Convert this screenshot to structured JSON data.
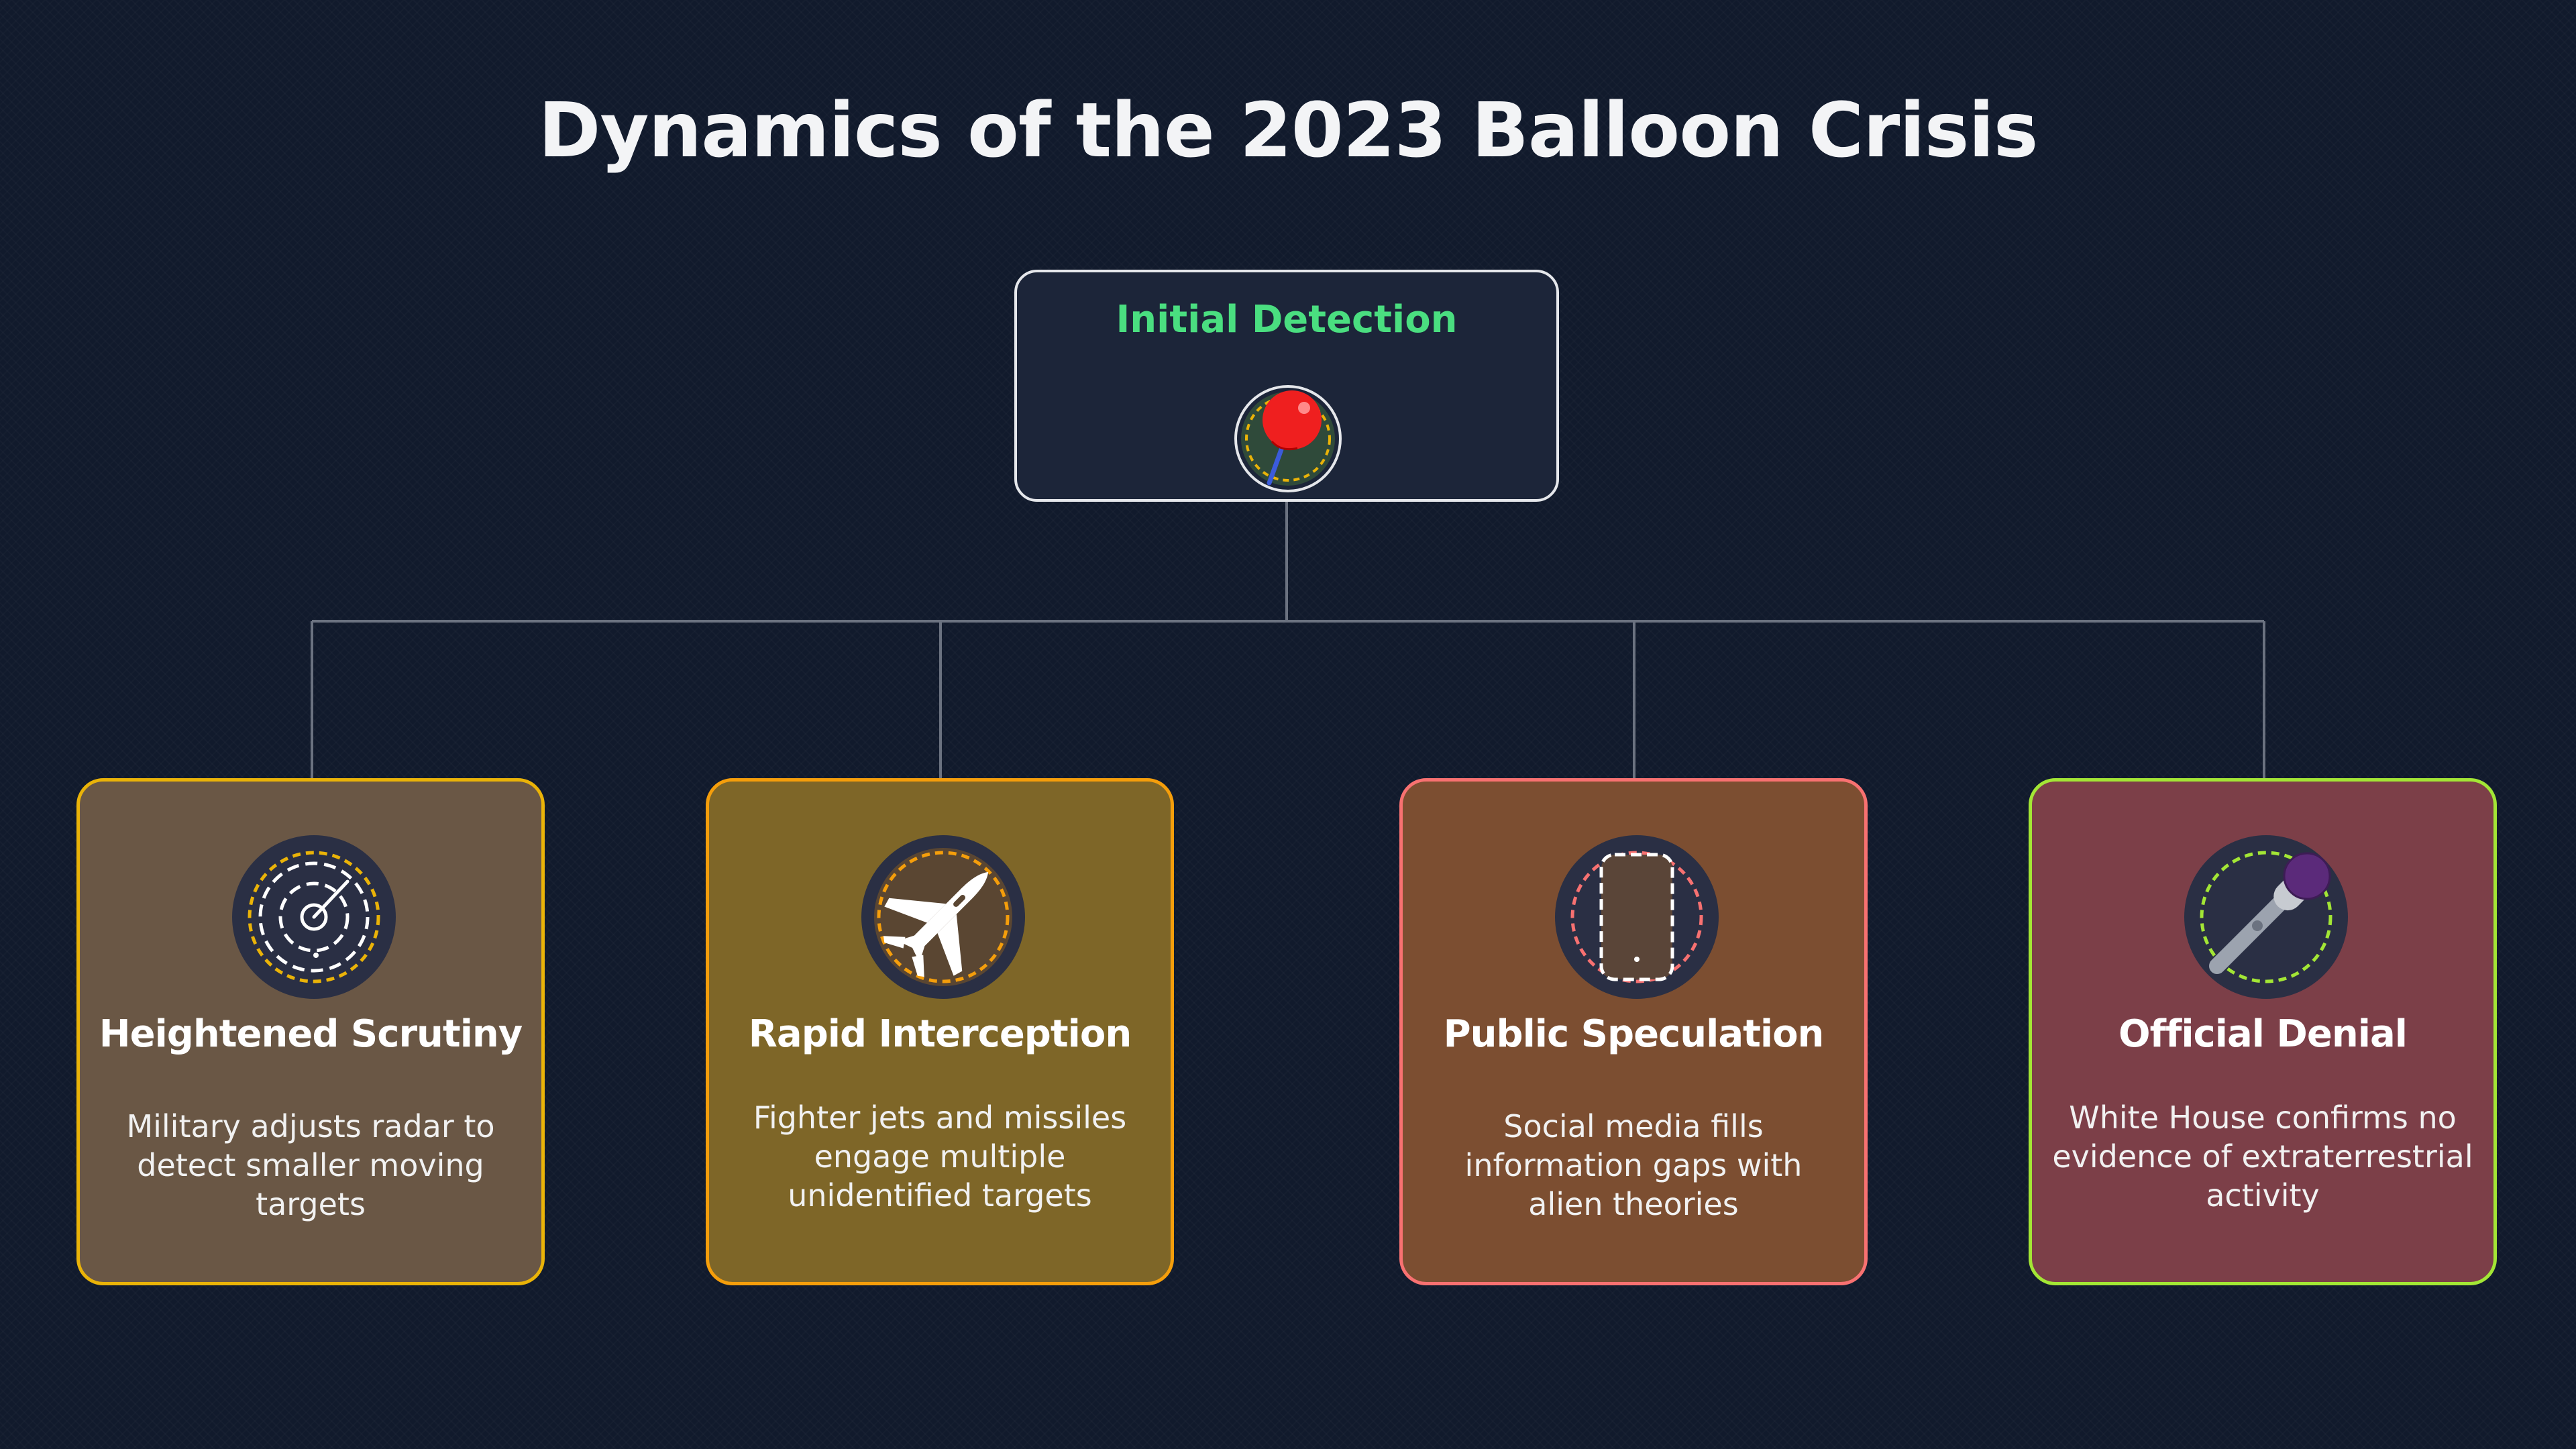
{
  "diagram": {
    "title": "Dynamics of the 2023 Balloon Crisis",
    "root": {
      "label": "Initial Detection",
      "icon": "red-pushpin-icon",
      "label_color": "#4ade80"
    },
    "children": [
      {
        "title": "Heightened Scrutiny",
        "description": "Military adjusts radar to detect smaller moving targets",
        "icon": "radar-icon",
        "fill": "#6a5745",
        "border": "#eab308"
      },
      {
        "title": "Rapid Interception",
        "description": "Fighter jets and missiles engage multiple unidentified targets",
        "icon": "fighter-jet-icon",
        "fill": "#7e6628",
        "border": "#f59e0b"
      },
      {
        "title": "Public Speculation",
        "description": "Social media fills information gaps with alien theories",
        "icon": "smartphone-icon",
        "fill": "#7c4e31",
        "border": "#f87171"
      },
      {
        "title": "Official Denial",
        "description": "White House confirms no evidence of extraterrestrial activity",
        "icon": "microphone-icon",
        "fill": "#7c3f48",
        "border": "#a3e635"
      }
    ],
    "connector_color": "#6b7280",
    "background": "#111a2c"
  }
}
